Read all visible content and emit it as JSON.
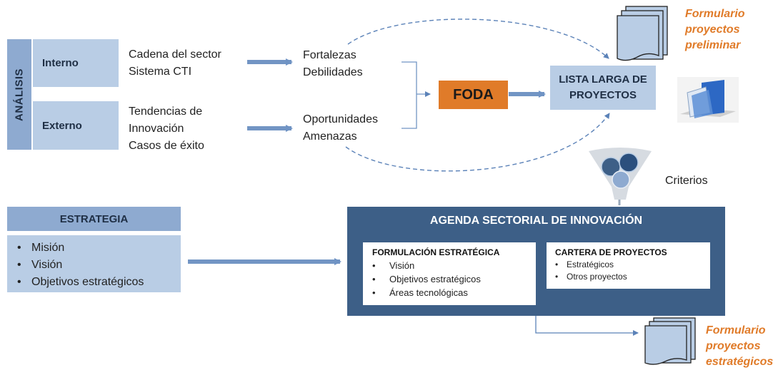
{
  "analysis": {
    "vertical_label": "ANÁLISIS",
    "interno_label": "Interno",
    "externo_label": "Externo"
  },
  "interno_text": [
    "Cadena del sector",
    "Sistema CTI"
  ],
  "externo_text": [
    "Tendencias de",
    "Innovación",
    "Casos de éxito"
  ],
  "fortalezas_text": [
    "Fortalezas",
    "Debilidades"
  ],
  "oportunidades_text": [
    "Oportunidades",
    "Amenazas"
  ],
  "foda_label": "FODA",
  "lista_larga": [
    "LISTA LARGA DE",
    "PROYECTOS"
  ],
  "formulario_preliminar": [
    "Formulario",
    "proyectos",
    "preliminar"
  ],
  "criterios_label": "Criterios",
  "estrategia": {
    "title": "ESTRATEGIA",
    "items": [
      "Misión",
      "Visión",
      "Objetivos estratégicos"
    ]
  },
  "agenda": {
    "title": "AGENDA SECTORIAL DE INNOVACIÓN",
    "formulacion": {
      "title": "FORMULACIÓN ESTRATÉGICA",
      "items": [
        "Visión",
        "Objetivos estratégicos",
        "Áreas tecnológicas"
      ]
    },
    "cartera": {
      "title": "CARTERA DE PROYECTOS",
      "items": [
        "Estratégicos",
        "Otros proyectos"
      ]
    }
  },
  "formulario_estrategicos": [
    "Formulario",
    "proyectos",
    "estratégicos"
  ],
  "colors": {
    "light_blue": "#b9cde5",
    "mid_blue": "#8eaad0",
    "dark_blue": "#3d5f87",
    "orange": "#e07b29",
    "arrow_blue": "#7295c4"
  }
}
